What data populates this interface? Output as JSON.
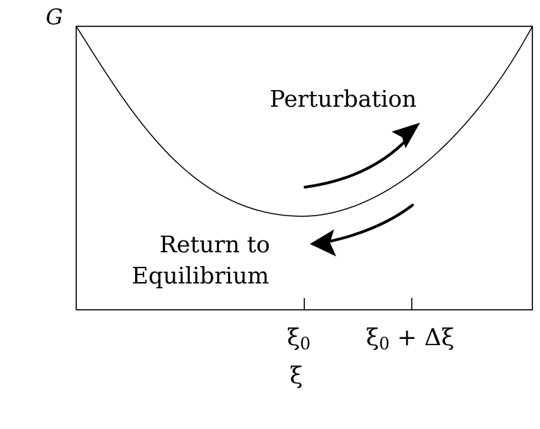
{
  "diagram": {
    "y_axis_label": "G",
    "x_axis_label": "ξ",
    "ticks": [
      {
        "base": "ξ",
        "sub": "0",
        "suffix": ""
      },
      {
        "base": "ξ",
        "sub": "0",
        "suffix": " + Δξ"
      }
    ],
    "perturbation_label": "Perturbation",
    "return_label_line1": "Return to",
    "return_label_line2": "Equilibrium",
    "colors": {
      "line": "#000000",
      "background": "#ffffff"
    }
  }
}
